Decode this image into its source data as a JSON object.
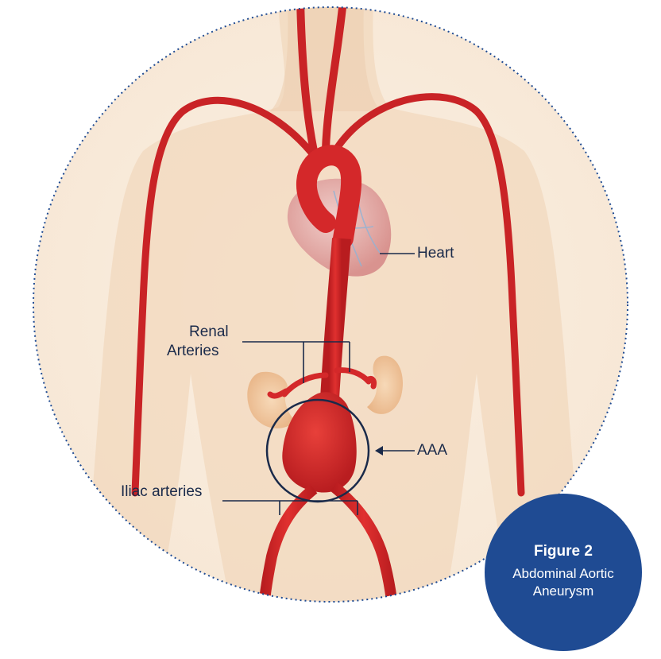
{
  "labels": {
    "heart": "Heart",
    "renal_line1": "Renal",
    "renal_line2": "Arteries",
    "aaa": "AAA",
    "iliac": "Iliac arteries"
  },
  "figure": {
    "title": "Figure 2",
    "caption_line1": "Abdominal Aortic",
    "caption_line2": "Aneurysm"
  },
  "colors": {
    "border_dots": "#1f4b93",
    "badge": "#1f4b93",
    "artery": "#d8282a",
    "skin": "#f4dfc6",
    "heart": "#e8b6b2",
    "kidney": "#f1c9a3",
    "label_text": "#1a2a4a"
  }
}
